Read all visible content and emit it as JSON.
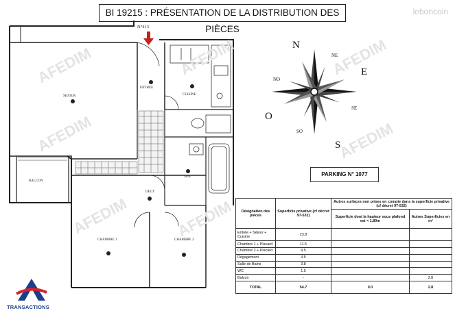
{
  "title": "BI 19215 : PRÉSENTATION DE LA DISTRIBUTION DES PIÈCES",
  "brand_watermark": "leboncoin",
  "plan_watermark": "AFEDIM",
  "door_label": "N°413",
  "rooms": {
    "sejour": "SEJOUR",
    "entree": "ENTREE",
    "cuisine": "CUISINE",
    "sdb": "SDB",
    "balcon": "BALCON",
    "degt": "DEGT",
    "chambre1": "CHAMBRE 1",
    "chambre2": "CHAMBRE 2"
  },
  "compass": {
    "n": "N",
    "ne": "NE",
    "e": "E",
    "se": "SE",
    "s": "S",
    "so": "SO",
    "o": "O",
    "no": "NO"
  },
  "parking": "PARKING N° 1077",
  "table": {
    "col1": "Désignation des pièces",
    "col2": "Superficie privative (cf décret 97-532)",
    "col3_group": "Autres surfaces non prises en compte dans la superficie privative (cf décret 97-532)",
    "col3a": "Superficie dont la hauteur sous plafond est < 1,80m",
    "col3b": "Autres Superficies en m²",
    "rows": [
      {
        "name": "Entrée + Séjour + Cuisine",
        "priv": "23.8",
        "low": "",
        "other": ""
      },
      {
        "name": "Chambre 1 + Placard",
        "priv": "11.5",
        "low": "",
        "other": ""
      },
      {
        "name": "Chambre 2 + Placard",
        "priv": "9.5",
        "low": "",
        "other": ""
      },
      {
        "name": "Dégagement",
        "priv": "4.5",
        "low": "",
        "other": ""
      },
      {
        "name": "Salle de Bains",
        "priv": "3.8",
        "low": "",
        "other": ""
      },
      {
        "name": "WC",
        "priv": "1.5",
        "low": "",
        "other": ""
      },
      {
        "name": "Balcon",
        "priv": "-",
        "low": "",
        "other": "2.8"
      }
    ],
    "total": {
      "name": "TOTAL",
      "priv": "54.7",
      "low": "0.0",
      "other": "2.8"
    }
  },
  "logo_text": "TRANSACTIONS"
}
